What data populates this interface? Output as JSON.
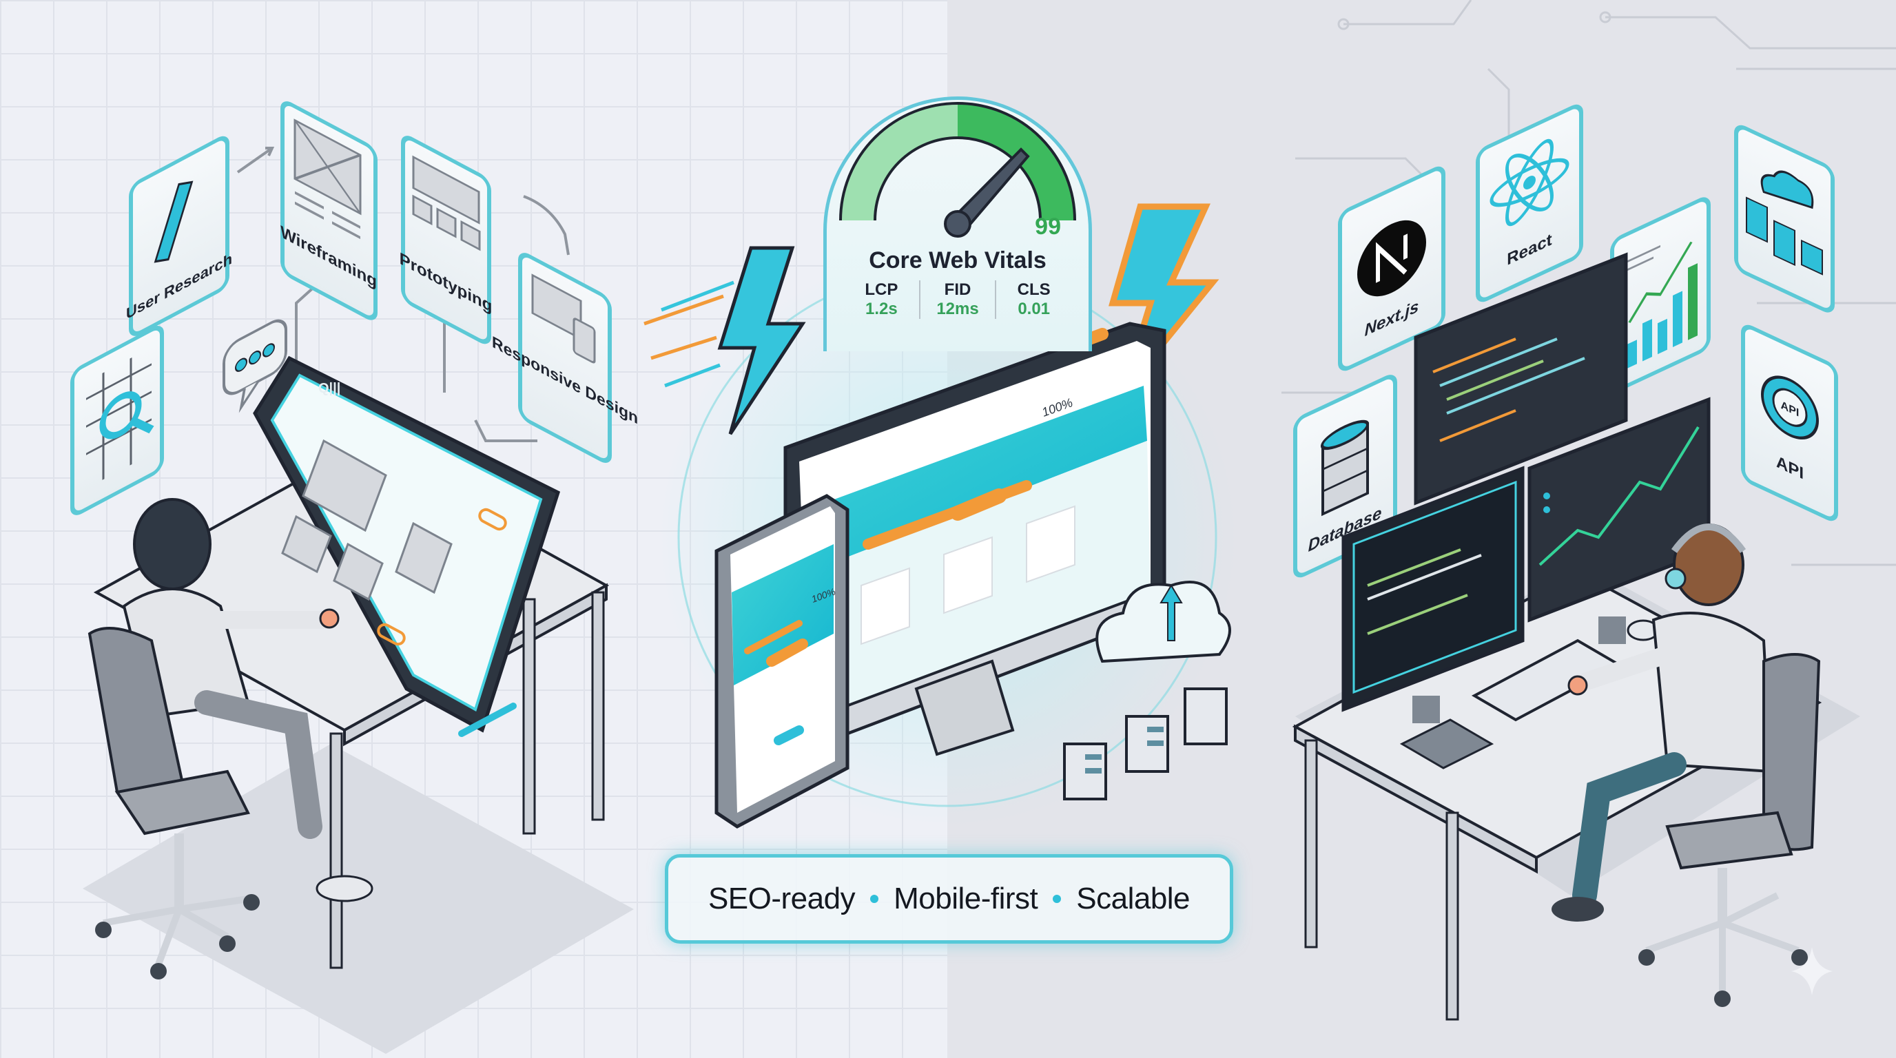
{
  "illustration": {
    "left_panel": {
      "theme": "UX / UI design",
      "cards": [
        {
          "label": "User Research",
          "icon": "pencil-icon"
        },
        {
          "label": "Wireframing",
          "icon": "wireframe-icon"
        },
        {
          "label": "Prototyping",
          "icon": "prototype-icon"
        },
        {
          "label": "Responsive Design",
          "icon": "devices-icon"
        }
      ],
      "extra_icons": [
        "magnifier-grid-icon",
        "chat-bubble-icon"
      ],
      "tablet_toolbar_label": "Q|||"
    },
    "center_panel": {
      "vitals": {
        "title": "Core Web Vitals",
        "score": "99",
        "metrics": [
          {
            "key": "LCP",
            "value": "1.2s"
          },
          {
            "key": "FID",
            "value": "12ms"
          },
          {
            "key": "CLS",
            "value": "0.01"
          }
        ]
      },
      "monitor_progress": "100%",
      "phone_progress": "100%",
      "tagline": {
        "items": [
          "SEO-ready",
          "Mobile-first",
          "Scalable"
        ]
      }
    },
    "right_panel": {
      "theme": "Development stack",
      "cards": [
        {
          "label": "Next.js",
          "icon": "nextjs-logo-icon"
        },
        {
          "label": "React",
          "icon": "react-atom-icon"
        },
        {
          "label": "",
          "icon": "growth-chart-icon"
        },
        {
          "label": "",
          "icon": "cloud-network-icon"
        },
        {
          "label": "Database",
          "icon": "database-icon"
        },
        {
          "label": "API",
          "icon": "api-gear-icon"
        }
      ]
    },
    "colors": {
      "accent_cyan": "#2ebfd9",
      "accent_orange": "#f29a38",
      "gauge_green": "#34a853",
      "outline": "#1f2430",
      "bg_left": "#eef0f6",
      "bg_right": "#e3e4ea"
    }
  }
}
